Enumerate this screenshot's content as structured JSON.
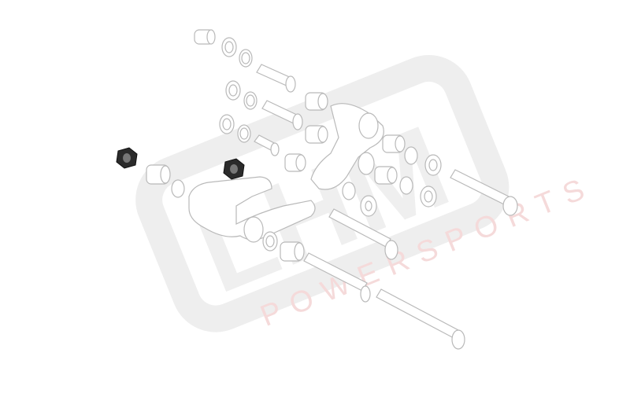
{
  "diagram": {
    "type": "exploded-view parts diagram",
    "subject": "suspension linkage assembly",
    "colors": {
      "line": "#b9b9b9",
      "line_dark": "#8a8a8a",
      "nut": "#2b2b2b",
      "watermark_gray": "#ececec",
      "watermark_red": "#f4d4d4"
    },
    "watermark": {
      "logo": "LHM",
      "sub": "POWERSPORTS"
    },
    "parts": {
      "nuts": 2,
      "linkage_arms": 2,
      "pivot_bolts": 3,
      "sleeves": 5,
      "needle_bearings": 6,
      "seals_washers": 14
    }
  }
}
